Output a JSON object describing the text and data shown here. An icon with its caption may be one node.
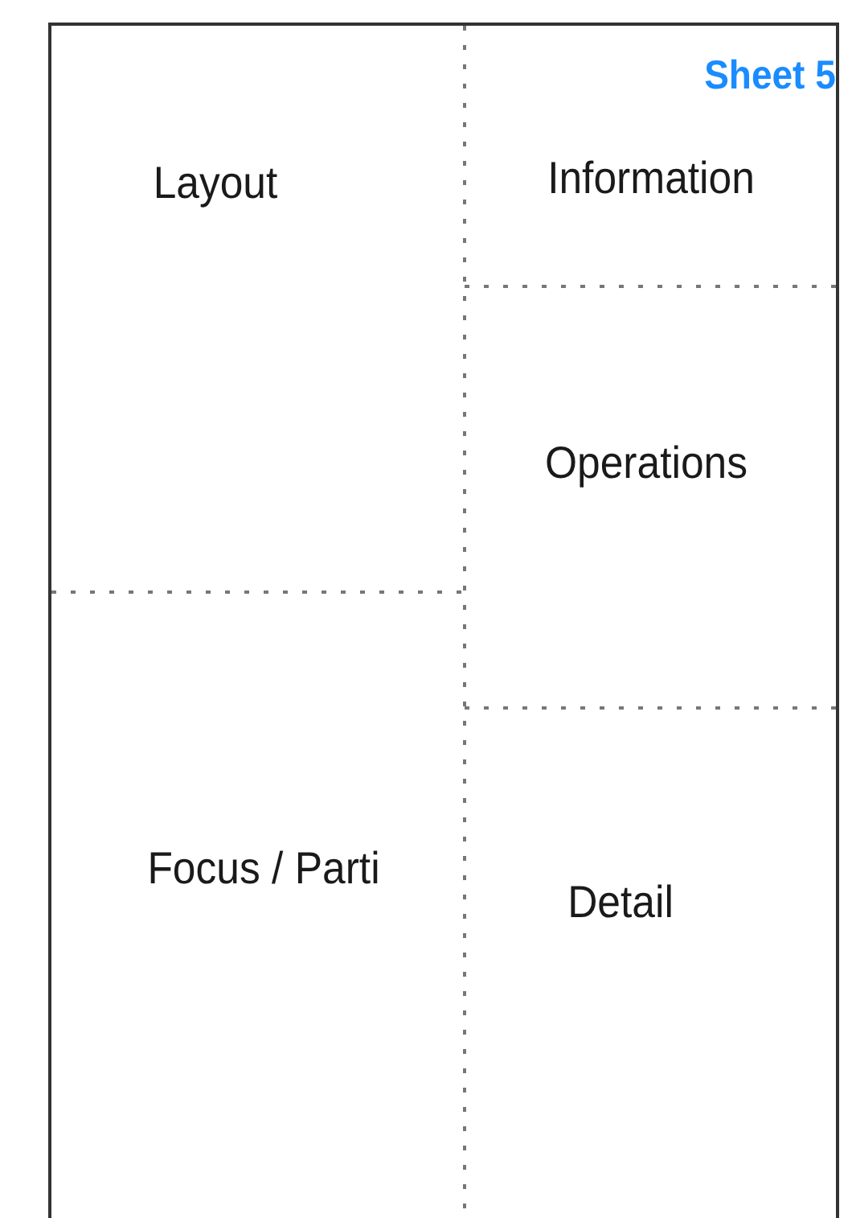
{
  "diagram": {
    "nodes": [
      {
        "text": [
          "Sheet 5"
        ]
      },
      {
        "text": [
          "Layout"
        ],
        "in": 0
      },
      {
        "text": [
          "Information"
        ],
        "in": 0
      },
      {
        "text": [
          "Operations"
        ],
        "in": 0
      },
      {
        "text": [
          "Focus / Parti"
        ],
        "in": 0
      },
      {
        "text": [
          "Detail"
        ],
        "in": 0
      }
    ]
  }
}
